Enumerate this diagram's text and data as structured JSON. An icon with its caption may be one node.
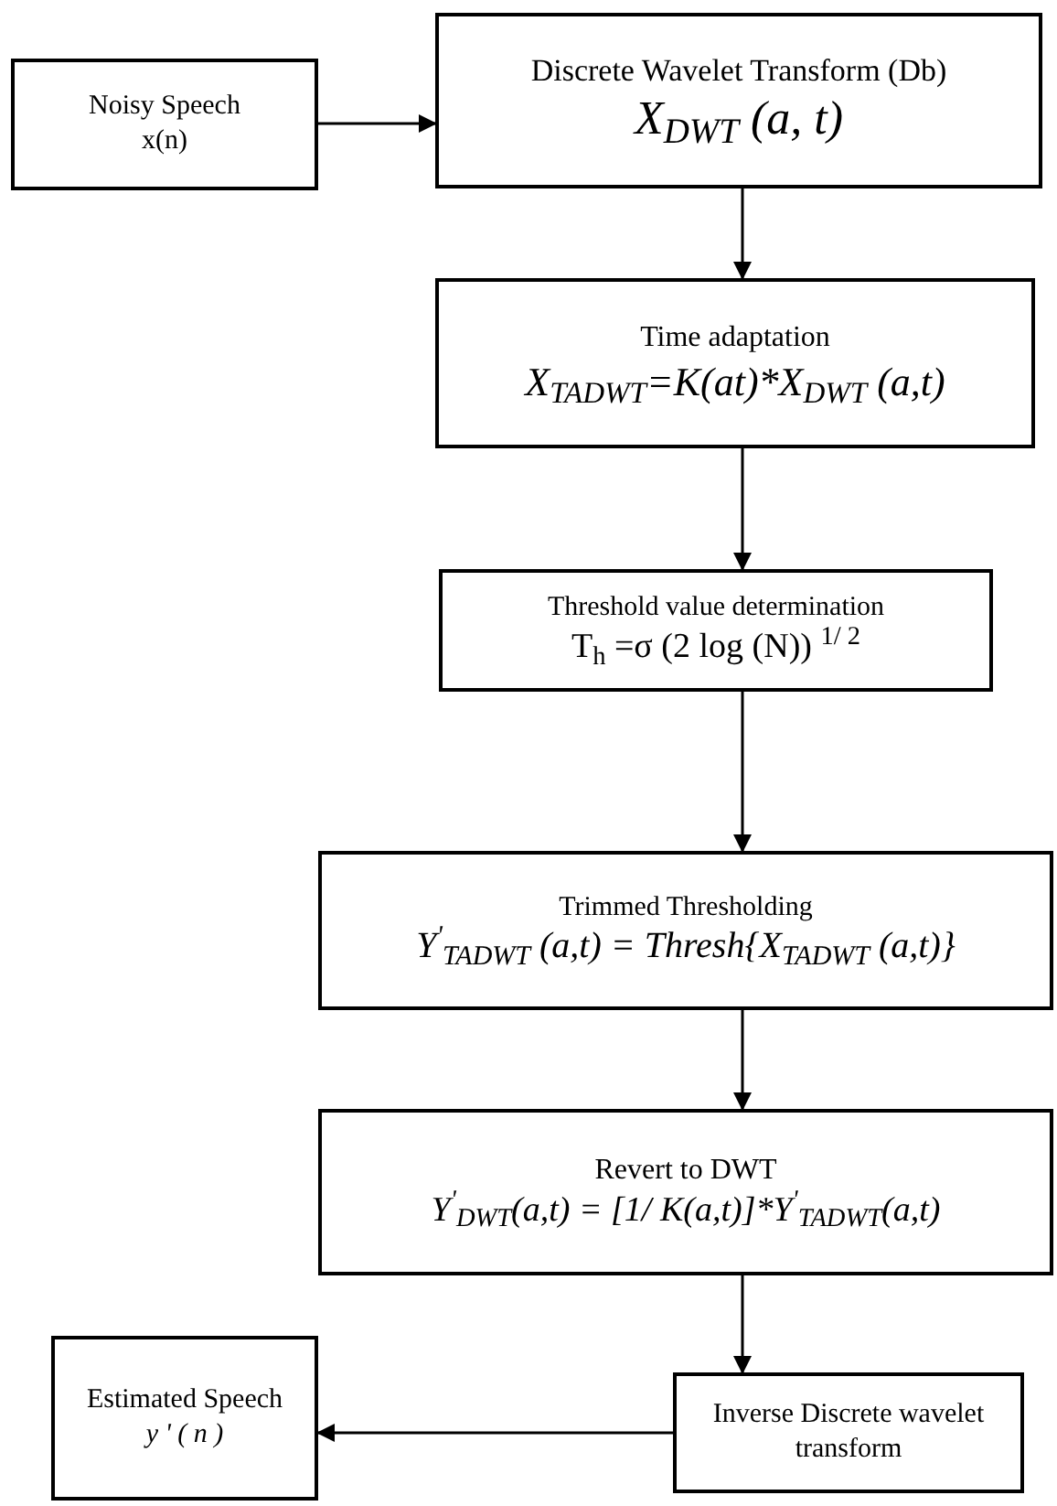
{
  "diagram": {
    "nodes": [
      {
        "text": [
          "Noisy Speech",
          "x(n)"
        ]
      },
      {
        "text": [
          "Discrete Wavelet Transform (Db)",
          "X$_{DWT}$ (a, t)"
        ]
      },
      {
        "text": [
          "Time adaptation",
          "X$_{TADWT}$=K(at)*X$_{DWT}$ (a,t)"
        ]
      },
      {
        "text": [
          "Threshold value determination",
          "T$_{h}$ =σ (2 log (N)) $^{1/ 2}$"
        ]
      },
      {
        "text": [
          "Trimmed Thresholding",
          "Y$^{'}$$_{TADWT}$ (a,t) = Thresh{X$_{TADWT}$ (a,t)}"
        ]
      },
      {
        "text": [
          "Revert to DWT",
          "Y$^{'}$$_{DWT}$(a,t) = [1/ K(a,t)]*Y$^{'}$$_{TADWT}$(a,t)"
        ]
      },
      {
        "text": [
          "Inverse Discrete wavelet transform"
        ]
      },
      {
        "text": [
          "Estimated Speech",
          "y ' ( n )"
        ]
      }
    ],
    "edges": [
      {
        "from": 0,
        "to": 1,
        "arrow": "to"
      },
      {
        "from": 1,
        "to": 2,
        "arrow": "to"
      },
      {
        "from": 2,
        "to": 3,
        "arrow": "to"
      },
      {
        "from": 3,
        "to": 4,
        "arrow": "to"
      },
      {
        "from": 4,
        "to": 5,
        "arrow": "to"
      },
      {
        "from": 5,
        "to": 6,
        "arrow": "to"
      },
      {
        "from": 6,
        "to": 7,
        "arrow": "to"
      }
    ]
  }
}
